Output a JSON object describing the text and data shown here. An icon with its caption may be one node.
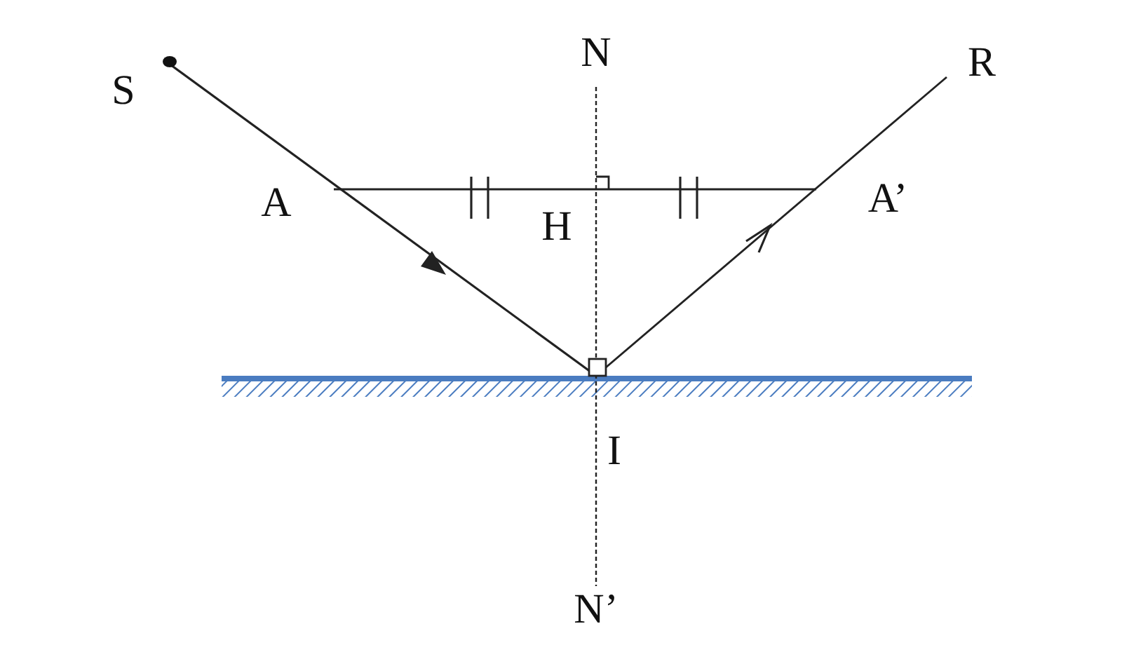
{
  "diagram": {
    "labels": [
      "S",
      "N",
      "R",
      "A",
      "H",
      "A’",
      "I",
      "N’"
    ]
  }
}
